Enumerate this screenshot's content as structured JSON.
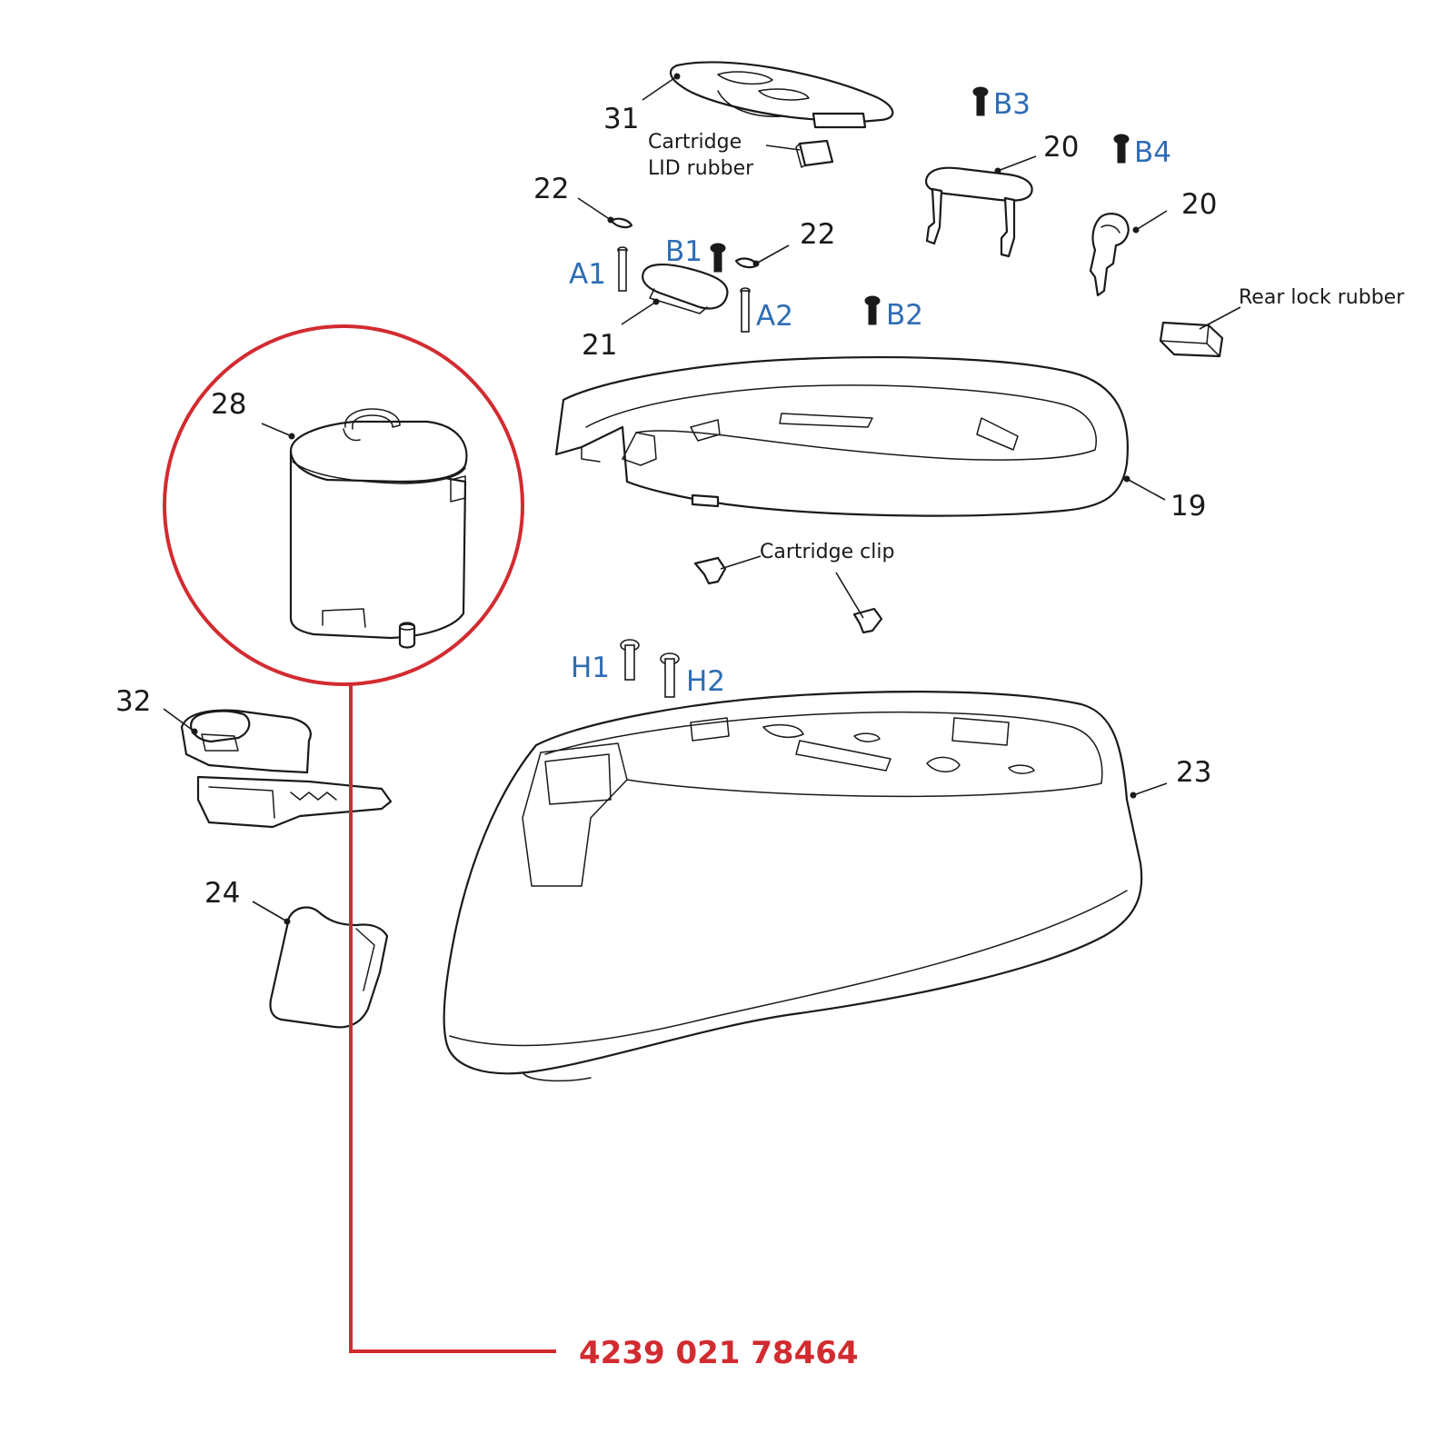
{
  "labels": {
    "n31": "31",
    "n22a": "22",
    "n22b": "22",
    "n20a": "20",
    "n20b": "20",
    "n21": "21",
    "n28": "28",
    "n19": "19",
    "n32": "32",
    "n23": "23",
    "n24": "24"
  },
  "codes": {
    "b3": "B3",
    "b4": "B4",
    "b1": "B1",
    "a1": "A1",
    "a2": "A2",
    "b2": "B2",
    "h1": "H1",
    "h2": "H2"
  },
  "notes": {
    "lid_rubber_l1": "Cartridge",
    "lid_rubber_l2": "LID rubber",
    "rear_lock_rubber": "Rear lock rubber",
    "cartridge_clip": "Cartridge clip"
  },
  "highlight": {
    "part_number": "4239 021 78464",
    "color": "#d22b30"
  },
  "colors": {
    "code_text": "#2f6db5",
    "line": "#1a1a1a"
  }
}
